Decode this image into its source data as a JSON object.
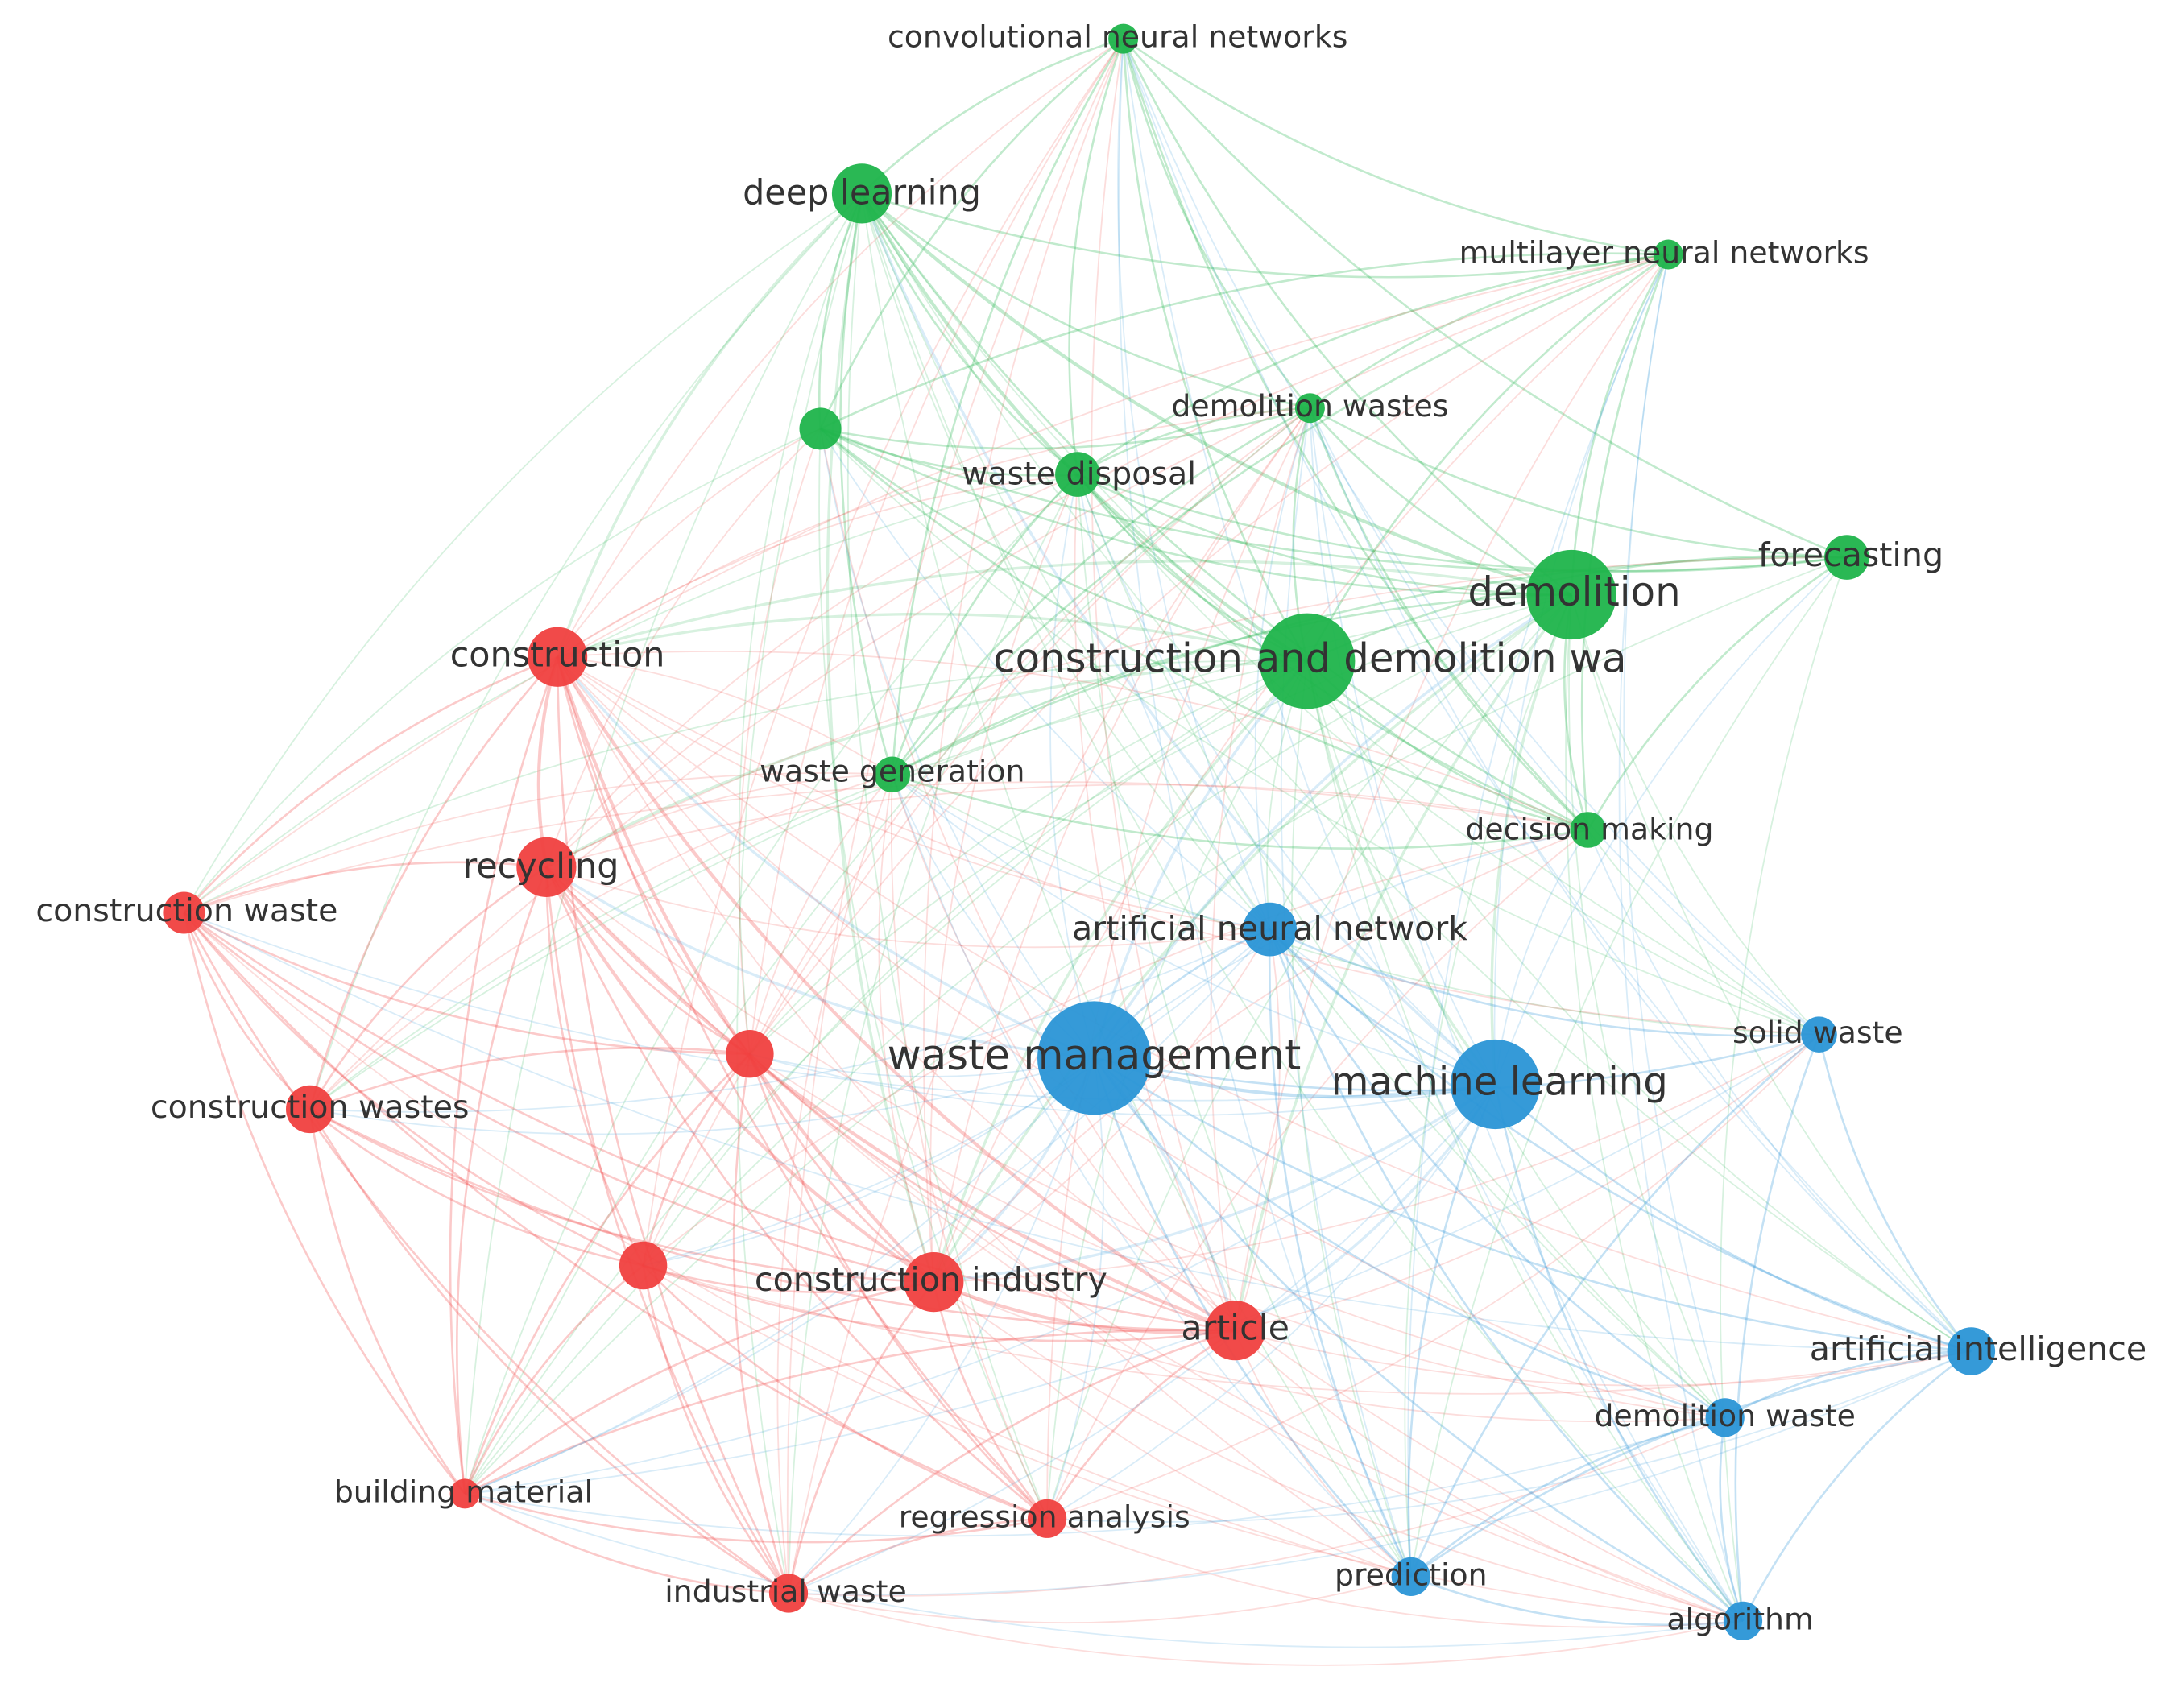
{
  "clusters": {
    "red": "#f0403f",
    "green": "#1fb44b",
    "blue": "#2a95d6"
  },
  "nodes": [
    {
      "id": "cnn",
      "label": "convolutional neural networks",
      "cluster": "green",
      "size": 1
    },
    {
      "id": "deep_learning",
      "label": "deep learning",
      "cluster": "green",
      "size": 2
    },
    {
      "id": "mlnn",
      "label": "multilayer neural networks",
      "cluster": "green",
      "size": 1
    },
    {
      "id": "green_unlabeled",
      "label": "",
      "cluster": "green",
      "size": 1.4
    },
    {
      "id": "demolition_wastes",
      "label": "demolition wastes",
      "cluster": "green",
      "size": 1
    },
    {
      "id": "waste_disposal",
      "label": "waste disposal",
      "cluster": "green",
      "size": 1.5
    },
    {
      "id": "forecasting",
      "label": "forecasting",
      "cluster": "green",
      "size": 1.5
    },
    {
      "id": "demolition",
      "label": "demolition",
      "cluster": "green",
      "size": 3
    },
    {
      "id": "cdw",
      "label": "construction and demolition wa",
      "cluster": "green",
      "size": 3.2
    },
    {
      "id": "waste_generation",
      "label": "waste generation",
      "cluster": "green",
      "size": 1.2
    },
    {
      "id": "decision_making",
      "label": "decision making",
      "cluster": "green",
      "size": 1.2
    },
    {
      "id": "construction",
      "label": "construction",
      "cluster": "red",
      "size": 2
    },
    {
      "id": "recycling",
      "label": "recycling",
      "cluster": "red",
      "size": 2
    },
    {
      "id": "construction_waste",
      "label": "construction waste",
      "cluster": "red",
      "size": 1.4
    },
    {
      "id": "red_unlabeled_1",
      "label": "",
      "cluster": "red",
      "size": 1.6
    },
    {
      "id": "construction_wastes",
      "label": "construction wastes",
      "cluster": "red",
      "size": 1.6
    },
    {
      "id": "red_unlabeled_2",
      "label": "",
      "cluster": "red",
      "size": 1.6
    },
    {
      "id": "construction_industry",
      "label": "construction industry",
      "cluster": "red",
      "size": 2
    },
    {
      "id": "article",
      "label": "article",
      "cluster": "red",
      "size": 2
    },
    {
      "id": "building_material",
      "label": "building material",
      "cluster": "red",
      "size": 1
    },
    {
      "id": "regression_analysis",
      "label": "regression analysis",
      "cluster": "red",
      "size": 1.3
    },
    {
      "id": "industrial_waste",
      "label": "industrial waste",
      "cluster": "red",
      "size": 1.3
    },
    {
      "id": "ann",
      "label": "artificial neural network",
      "cluster": "blue",
      "size": 1.8
    },
    {
      "id": "waste_management",
      "label": "waste management",
      "cluster": "blue",
      "size": 3.8
    },
    {
      "id": "machine_learning",
      "label": "machine learning",
      "cluster": "blue",
      "size": 3
    },
    {
      "id": "solid_waste",
      "label": "solid waste",
      "cluster": "blue",
      "size": 1.2
    },
    {
      "id": "artificial_intelligence",
      "label": "artificial intelligence",
      "cluster": "blue",
      "size": 1.6
    },
    {
      "id": "demolition_waste",
      "label": "demolition waste",
      "cluster": "blue",
      "size": 1.3
    },
    {
      "id": "prediction",
      "label": "prediction",
      "cluster": "blue",
      "size": 1.3
    },
    {
      "id": "algorithm",
      "label": "algorithm",
      "cluster": "blue",
      "size": 1.3
    }
  ]
}
